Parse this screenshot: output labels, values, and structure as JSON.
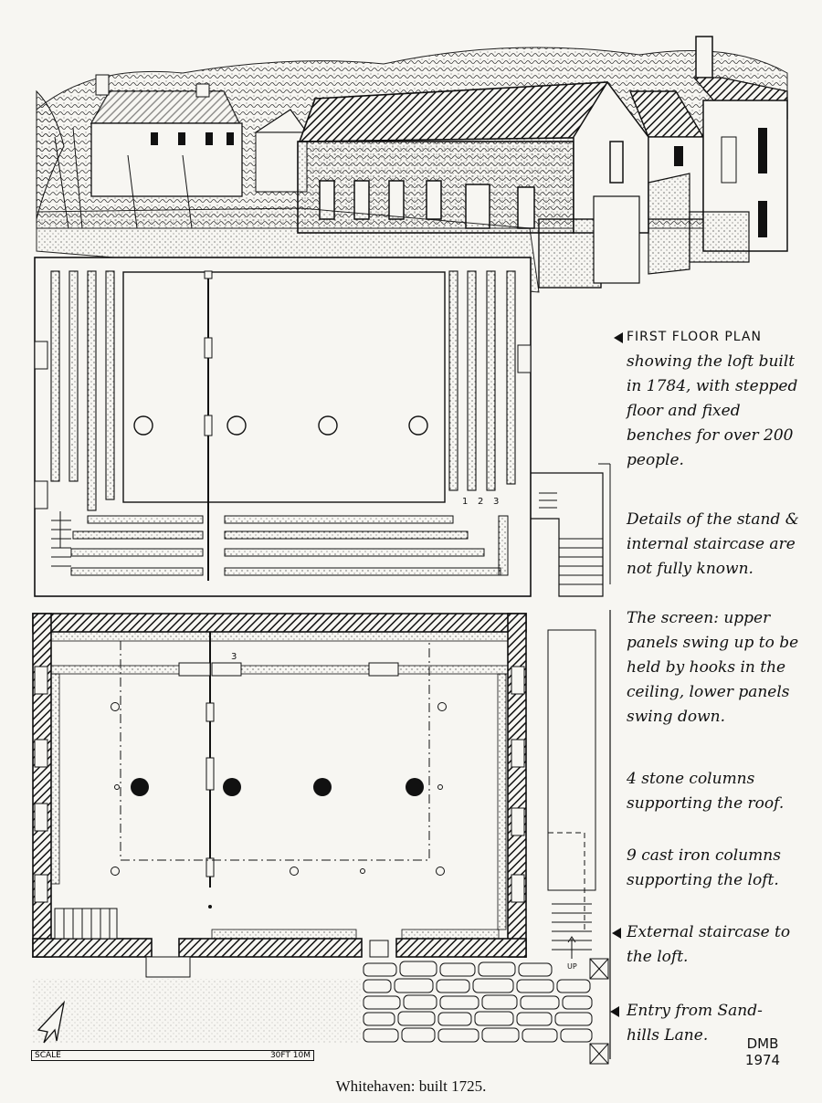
{
  "notes": {
    "first_floor_plan_title": "FIRST FLOOR PLAN",
    "first_floor_plan_text": "showing the loft built in 1784, with stepped floor and fixed benches for over 200 people.",
    "stand_details": "Details of the stand & internal staircase are not fully known.",
    "screen_text": "The screen: upper panels swing up to be held by hooks in the ceiling, lower panels swing down.",
    "stone_columns": "4 stone columns supporting the roof.",
    "cast_iron_columns": "9 cast iron columns supporting the loft.",
    "external_staircase": "External staircase to the loft.",
    "entry": "Entry from Sand-hills Lane."
  },
  "plan_labels": {
    "step_1": "1",
    "step_2": "2",
    "step_3": "3",
    "screen_mark": "3",
    "up": "UP"
  },
  "scale": {
    "label": "SCALE",
    "value": "30FT 10M"
  },
  "signature": {
    "initials": "DMB",
    "year": "1974"
  },
  "caption": "Whitehaven: built 1725."
}
